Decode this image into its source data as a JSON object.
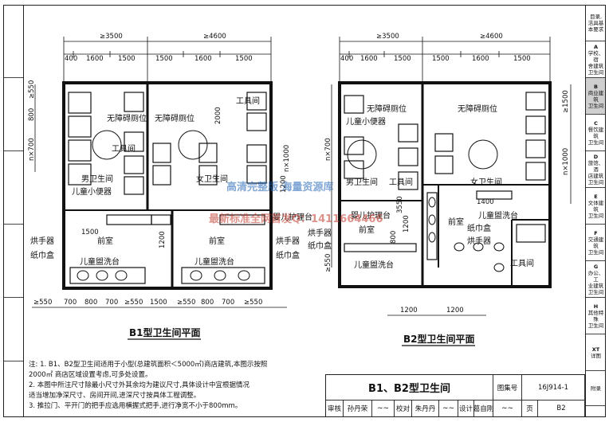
{
  "left_tab": {
    "items": [
      "",
      "",
      "",
      "",
      "",
      "",
      ""
    ]
  },
  "right_tab": {
    "items": [
      {
        "letter": "",
        "label": "目录,\n洁具基\n本要求"
      },
      {
        "letter": "A",
        "label": "学校、宿\n舍建筑\n卫生间"
      },
      {
        "letter": "B",
        "label": "商业建筑\n卫生间"
      },
      {
        "letter": "C",
        "label": "餐饮建筑\n卫生间"
      },
      {
        "letter": "D",
        "label": "旅馆、酒\n店建筑\n卫生间"
      },
      {
        "letter": "E",
        "label": "文体建筑\n卫生间"
      },
      {
        "letter": "F",
        "label": "交通建筑\n卫生间"
      },
      {
        "letter": "G",
        "label": "办公、工\n业建筑\n卫生间"
      },
      {
        "letter": "H",
        "label": "其他特殊\n卫生间"
      },
      {
        "letter": "XT",
        "label": "详图"
      },
      {
        "letter": "",
        "label": "附录"
      }
    ],
    "active_index": 2
  },
  "plan_b1": {
    "title": "B1型卫生间平面",
    "top_dims_row1": [
      "≥3500",
      "≥4600"
    ],
    "top_dims_row2": [
      "400",
      "1600",
      "1500",
      "1500",
      "1600",
      "1500"
    ],
    "bottom_dims": [
      "≥550",
      "700",
      "800",
      "700",
      "≥550",
      "1500",
      "≥550",
      "800",
      "700",
      "≥550"
    ],
    "left_dims": [
      "≥550",
      "800",
      "n×700"
    ],
    "labels": {
      "accessible_l": "无障碍厕位",
      "accessible_r": "无障碍厕位",
      "tool_room_top": "工具间",
      "tool_room_mid": "工具间",
      "men": "男卫生间",
      "women": "女卫生间",
      "child_urinal": "儿童小便器",
      "dryer": "烘手器",
      "tissue": "纸巾盒",
      "lobby_l": "前室",
      "lobby_r": "前室",
      "child_basin_l": "儿童盥洗台",
      "child_basin_r": "儿童盥洗台",
      "dryer_r": "烘手器",
      "tissue_r": "纸巾盒",
      "baby_care": "婴儿护理台"
    },
    "inner_dims": [
      "1500",
      "1200",
      "1200",
      "2000",
      "n×1000"
    ]
  },
  "plan_b2": {
    "title": "B2型卫生间平面",
    "top_dims_row1": [
      "≥3500",
      "≥4600"
    ],
    "top_dims_row2": [
      "400",
      "1600",
      "1500",
      "1500",
      "1600",
      "1500"
    ],
    "right_dims": [
      "≥1500",
      "n×1000"
    ],
    "left_dims": [
      "n×700",
      "≥550",
      "800"
    ],
    "bottom_dims": [
      "1200",
      "1200"
    ],
    "labels": {
      "accessible_l": "无障碍厕位",
      "accessible_r": "无障碍厕位",
      "child_toilet": "儿童小便器",
      "men": "男卫生间",
      "women": "女卫生间",
      "tool_room": "工具间",
      "tool_room_b": "工具间",
      "baby_care": "婴儿护理台",
      "lobby_l": "前室",
      "lobby_r": "前室",
      "dryer_l": "烘手器",
      "tissue_l": "纸巾盒",
      "child_basin_l": "儿童盥洗台",
      "child_basin_r": "儿童盥洗台",
      "tissue_r": "纸巾盒",
      "dryer_r": "烘手器"
    },
    "inner_dims": [
      "1400",
      "1200",
      "3550"
    ]
  },
  "notes": [
    "注: 1. B1、B2型卫生间适用于小型(总建筑面积＜5000㎡)商店建筑,本图示按照",
    "      2000㎡ 商店区域设置考虑,可多处设置。",
    "   2. 本图中所注尺寸除最小尺寸外其余均为建议尺寸,具体设计中宜根据情况",
    "      适当增加净深尺寸、房间开间,进深尺寸按具体工程调整。",
    "   3. 推拉门、平开门的把手应选用横握式把手,进行净宽不小于800mm。"
  ],
  "title_block": {
    "drawing_title": "B1、B2型卫生间",
    "atlas_label": "图集号",
    "atlas_no": "16J914-1",
    "review_label": "审核",
    "reviewer": "孙丹荣",
    "check_label": "校对",
    "checker": "朱丹丹",
    "design_label": "设计",
    "designer": "葛自刚",
    "page_label": "页",
    "page_no": "B2"
  },
  "watermark": {
    "line1": "高清完整版  海量资源库",
    "line2": "最新标准全网首发Q：1411664466"
  }
}
